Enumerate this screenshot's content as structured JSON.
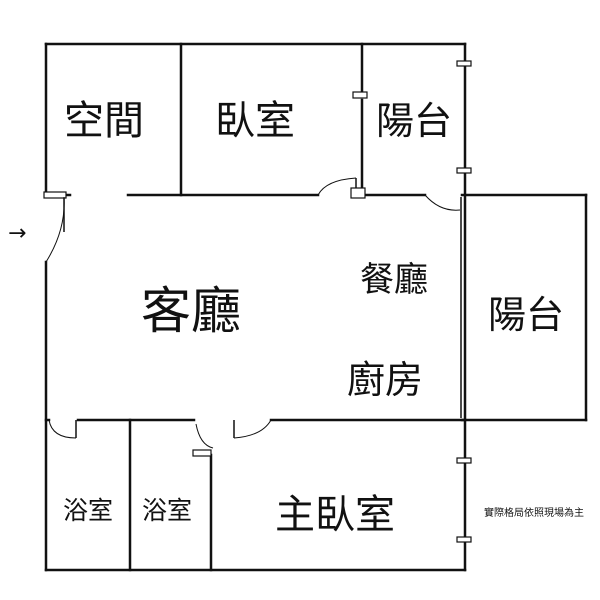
{
  "rooms": {
    "study": "空間",
    "bedroom": "臥室",
    "balcony_top": "陽台",
    "living": "客廳",
    "dining": "餐廳",
    "kitchen": "廚房",
    "balcony_right": "陽台",
    "bath_1": "浴室",
    "bath_2": "浴室",
    "master": "主臥室"
  },
  "entrance_arrow": "→",
  "note": "實際格局依照現場為主"
}
